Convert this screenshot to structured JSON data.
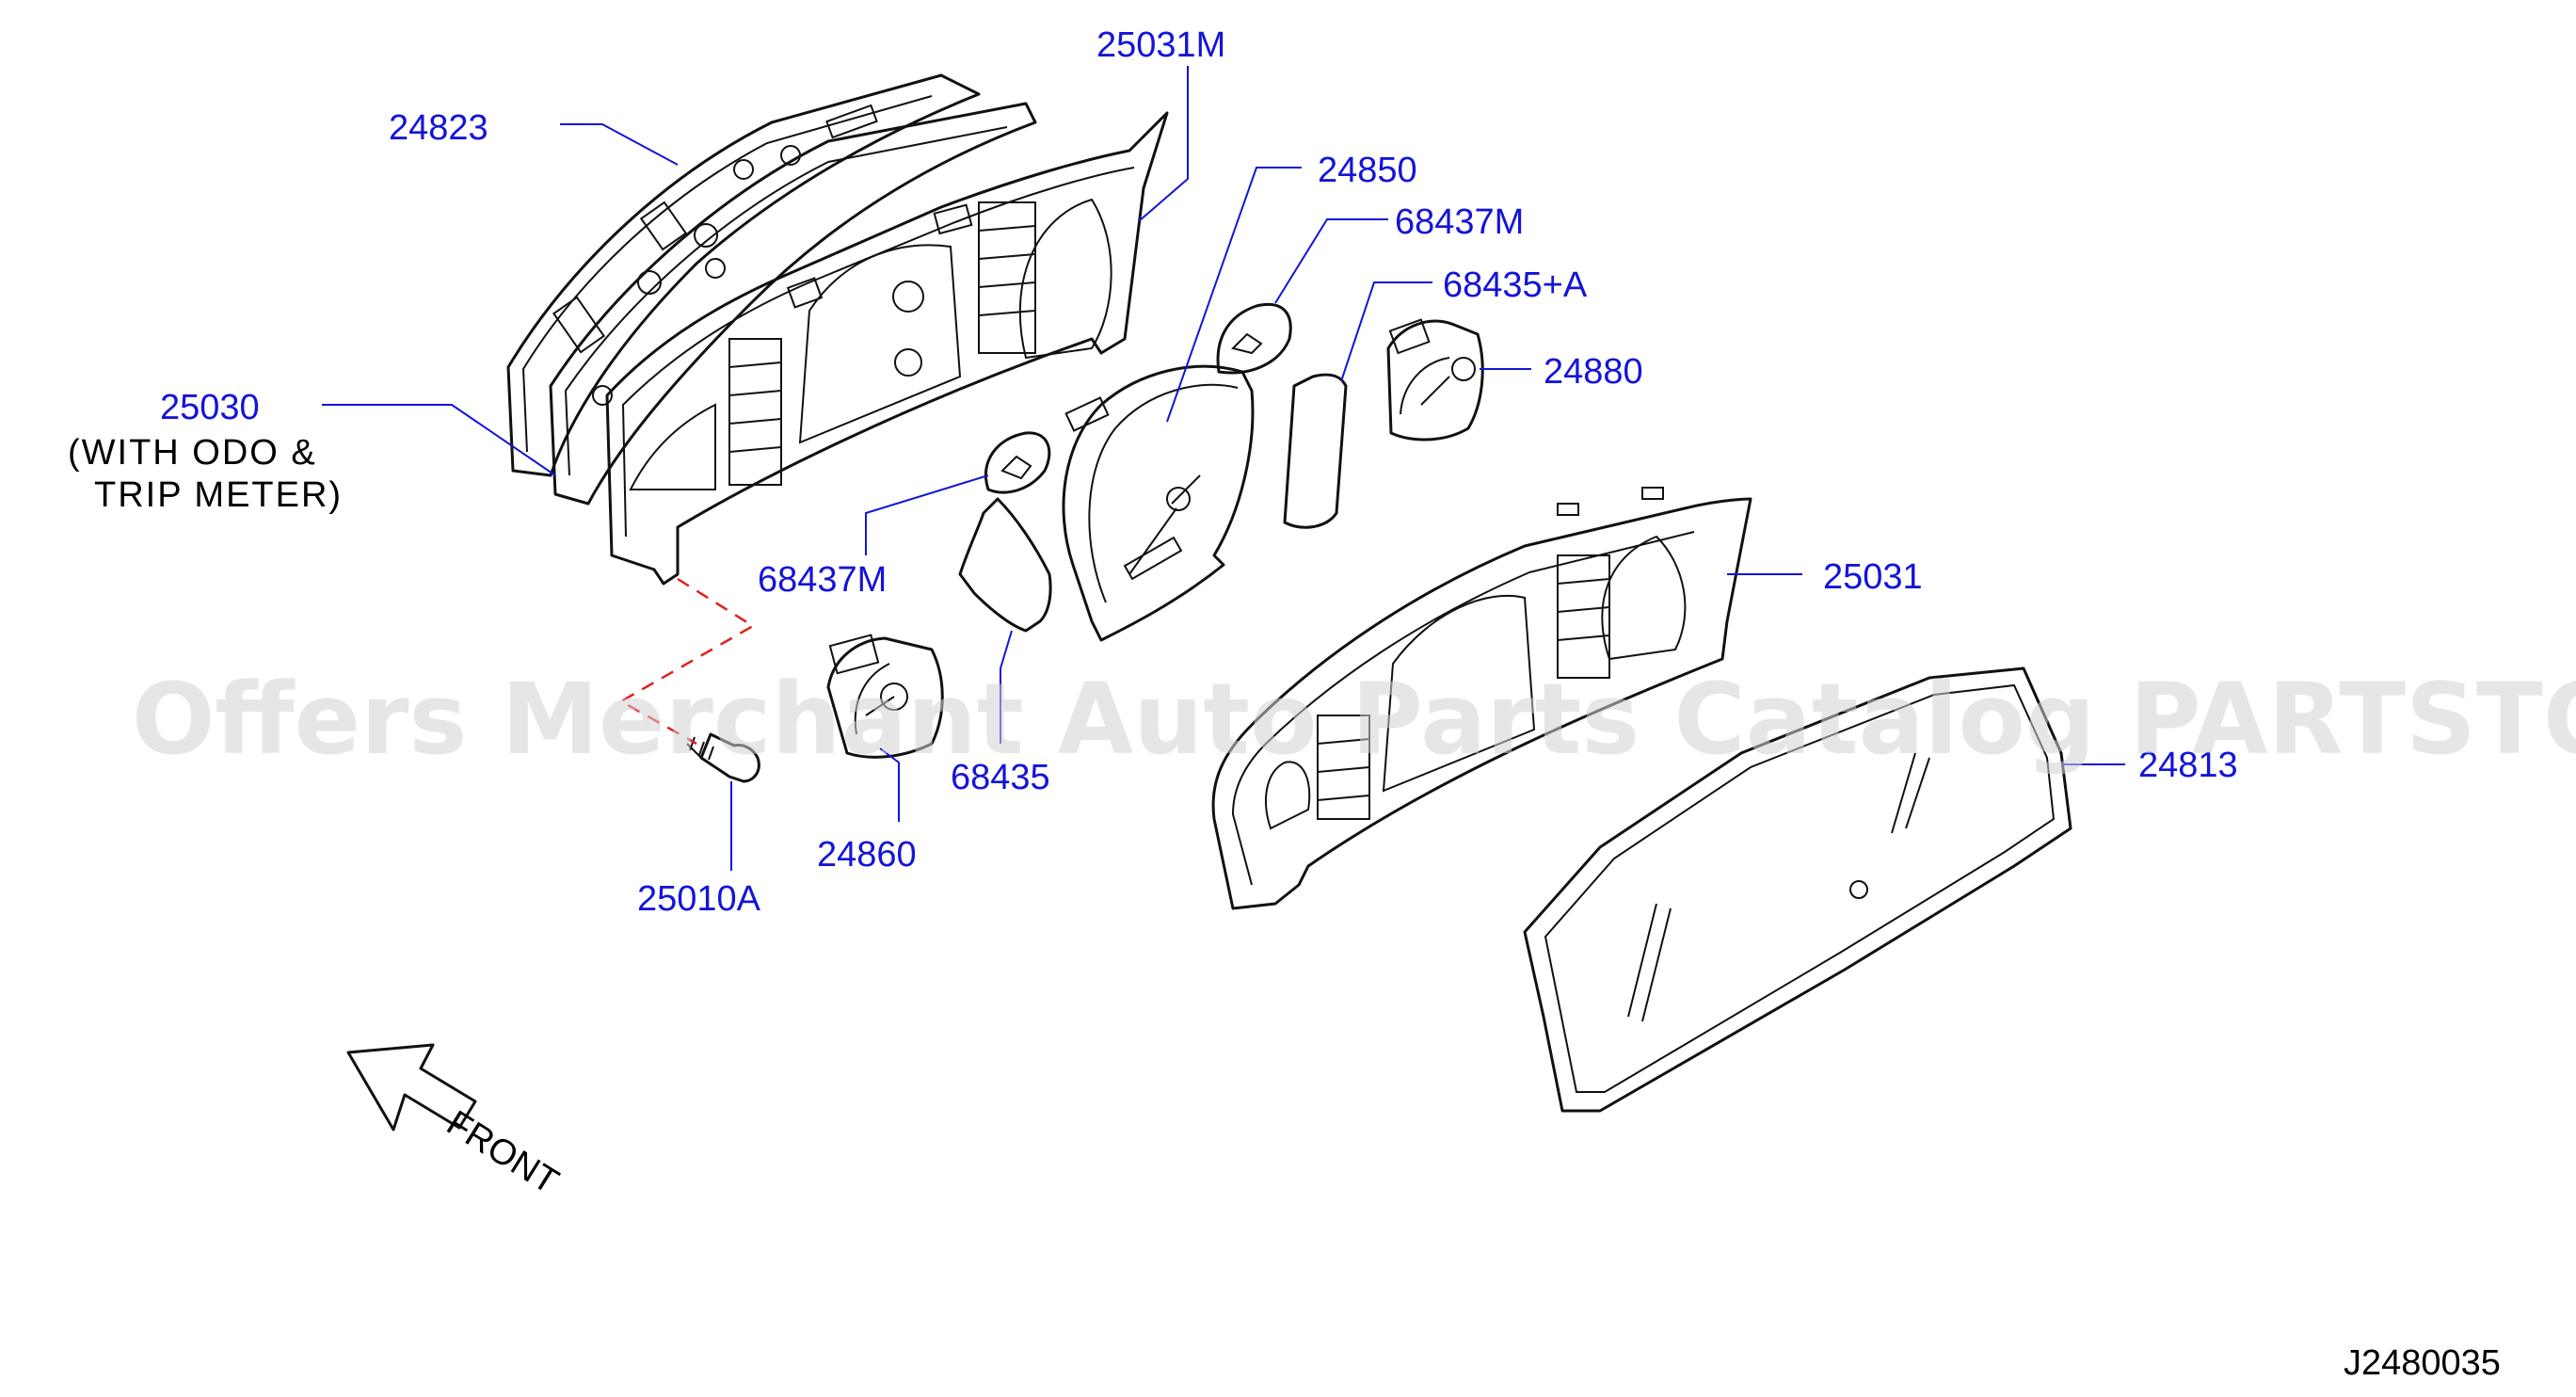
{
  "diagram": {
    "watermark": "Offers Merchant Auto Parts Catalog PARTSTORE.SA",
    "reference_code": "J2480035",
    "front_label": "FRONT",
    "labels": {
      "p24823": "24823",
      "p25031M": "25031M",
      "p25030": "25030",
      "note_line1": "(WITH  ODO  &",
      "note_line2": "TRIP  METER)",
      "p24850": "24850",
      "p68437M_top": "68437M",
      "p68435A": "68435+A",
      "p24880": "24880",
      "p68437M_mid": "68437M",
      "p25031": "25031",
      "p68435": "68435",
      "p24813": "24813",
      "p24860": "24860",
      "p25010A": "25010A"
    },
    "colors": {
      "label": "#1414d8",
      "line_art": "#111111",
      "dashed_connector": "#e02020",
      "watermark": "#d2d2d2"
    }
  }
}
